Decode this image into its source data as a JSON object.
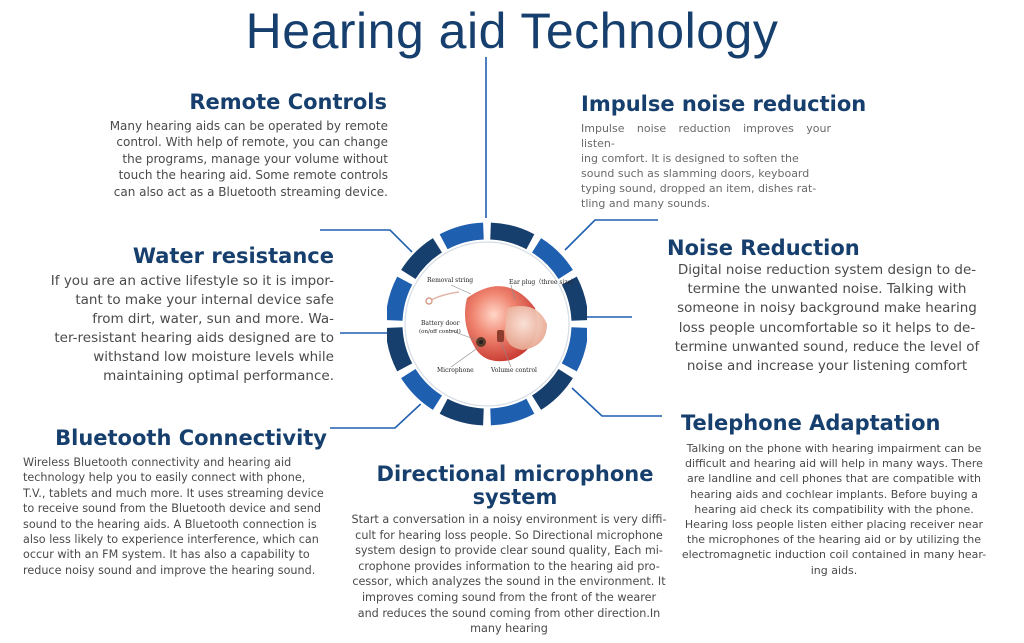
{
  "title": "Hearing aid Technology",
  "colors": {
    "primary": "#173f6e",
    "accent": "#1f5fb0",
    "ring_light": "#e4e9f0",
    "text": "#4a4a4a"
  },
  "sections": {
    "remote": {
      "heading": "Remote Controls",
      "lines": [
        "Many hearing aids can be operated by remote",
        "control. With help of remote, you can change",
        "the programs, manage your volume without",
        "touch the hearing aid. Some remote controls",
        "can also act as a Bluetooth streaming device."
      ]
    },
    "impulse": {
      "heading": "Impulse noise reduction",
      "lines": [
        "Impulse noise reduction improves your listen-",
        "ing comfort. It is designed to soften the",
        "sound such as slamming doors, keyboard",
        "typing sound, dropped an item, dishes rat-",
        "tling and many sounds."
      ]
    },
    "water": {
      "heading": "Water resistance",
      "lines": [
        "If you are an active lifestyle so it is impor-",
        "tant to make your internal device safe",
        "from dirt, water, sun and more. Wa-",
        "ter-resistant hearing aids designed are to",
        "withstand low moisture levels while",
        "maintaining optimal performance."
      ]
    },
    "noise": {
      "heading": "Noise Reduction",
      "lines": [
        "Digital noise reduction system design to de-",
        "termine the unwanted noise. Talking with",
        "someone in noisy background make hearing",
        "loss people uncomfortable so it helps to de-",
        "termine unwanted sound, reduce the level of",
        "noise and increase your listening comfort"
      ]
    },
    "bluetooth": {
      "heading": "Bluetooth Connectivity",
      "lines": [
        "Wireless Bluetooth connectivity and hearing aid",
        "technology help you to easily connect with phone,",
        "T.V., tablets and much more. It uses streaming device",
        "to receive sound from the Bluetooth device and send",
        "sound to the hearing aids. A Bluetooth connection is",
        "also less likely to experience interference, which can",
        "occur with an FM system. It has also a capability to",
        "reduce noisy sound and improve the hearing sound."
      ]
    },
    "directional": {
      "heading_lines": [
        "Directional microphone",
        "system"
      ],
      "lines": [
        "Start a conversation in a noisy environment is very diffi-",
        "cult for hearing loss people. So Directional microphone",
        "system design to provide clear sound quality, Each mi-",
        "crophone provides information to the hearing aid pro-",
        "cessor, which analyzes the sound in the environment. It",
        "improves coming sound from the front of the wearer",
        "and reduces the sound coming from other direction.In",
        "many hearing"
      ]
    },
    "telephone": {
      "heading": "Telephone Adaptation",
      "lines": [
        "Talking on the phone with hearing impairment can be",
        "difficult and hearing aid will help in many ways. There",
        "are landline and cell phones that are compatible with",
        "hearing aids and cochlear implants. Before buying a",
        "hearing aid check its compatibility with the phone.",
        "Hearing loss people listen either placing receiver near",
        "the microphones of the hearing aid or by utilizing the",
        "electromagnetic induction coil contained in many hear-",
        "ing aids."
      ]
    }
  },
  "device_labels": {
    "removal_string": "Removal string",
    "ear_plug": "Ear plug（three size）",
    "battery_door": "Battery door",
    "battery_door_sub": "(on/off control)",
    "microphone": "Microphone",
    "volume_control": "Volume control"
  }
}
